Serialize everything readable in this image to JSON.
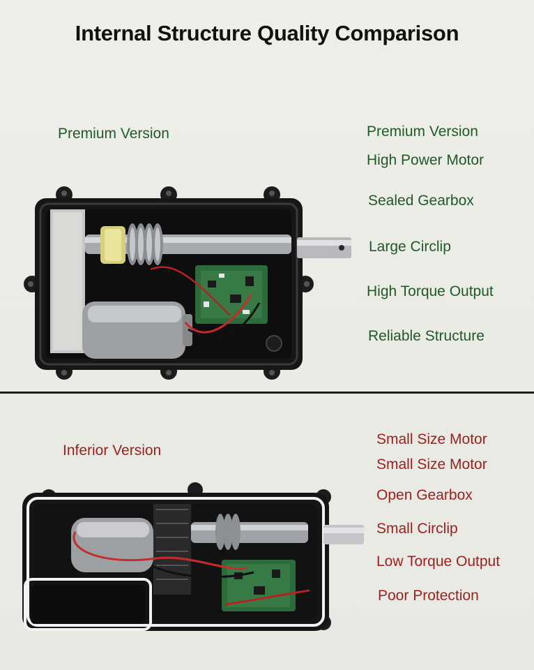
{
  "title": "Internal Structure Quality Comparison",
  "colors": {
    "premium_text": "#1f5a26",
    "inferior_text": "#9a1f1f",
    "background": "#ecece6"
  },
  "premium": {
    "heading": "Premium Version",
    "features": [
      "Premium Version",
      "High Power Motor",
      "Sealed Gearbox",
      "Large Circlip",
      "High Torque Output",
      "Reliable Structure"
    ]
  },
  "inferior": {
    "heading": "Inferior Version",
    "features": [
      "Small Size Motor",
      "Small Size Motor",
      "Open Gearbox",
      "Small Circlip",
      "Low Torque Output",
      "Poor Protection"
    ]
  }
}
